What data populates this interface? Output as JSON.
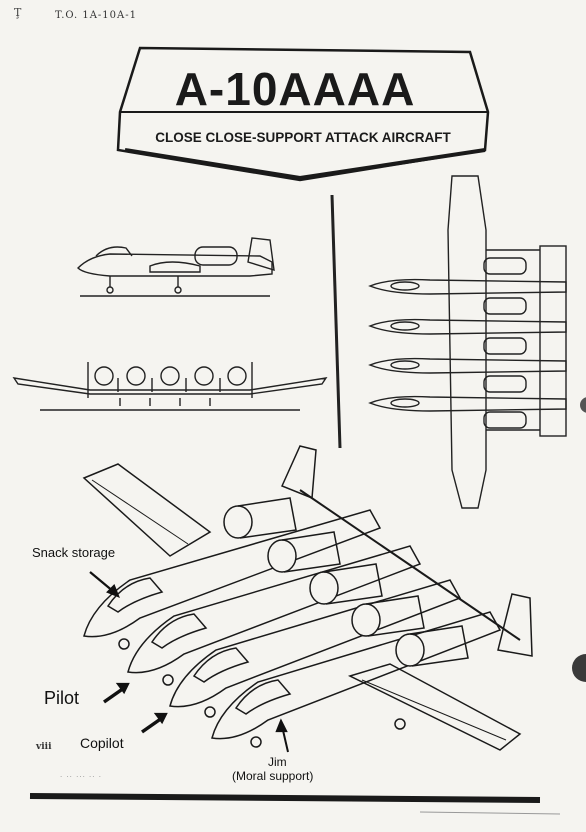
{
  "header": {
    "corner_mark": "Ţ",
    "to_number": "T.O. 1A-10A-1"
  },
  "banner": {
    "title": "A-10AAAA",
    "subtitle": "CLOSE CLOSE-SUPPORT ATTACK AIRCRAFT"
  },
  "annotations": {
    "snack_storage": "Snack storage",
    "pilot": "Pilot",
    "copilot": "Copilot",
    "jim_name": "Jim",
    "jim_role": "(Moral support)"
  },
  "footer": {
    "page_number": "viii",
    "faint_text": "· ·· ··· ·· ·"
  },
  "colors": {
    "ink": "#1a1a1a",
    "paper": "#f5f4f0"
  }
}
